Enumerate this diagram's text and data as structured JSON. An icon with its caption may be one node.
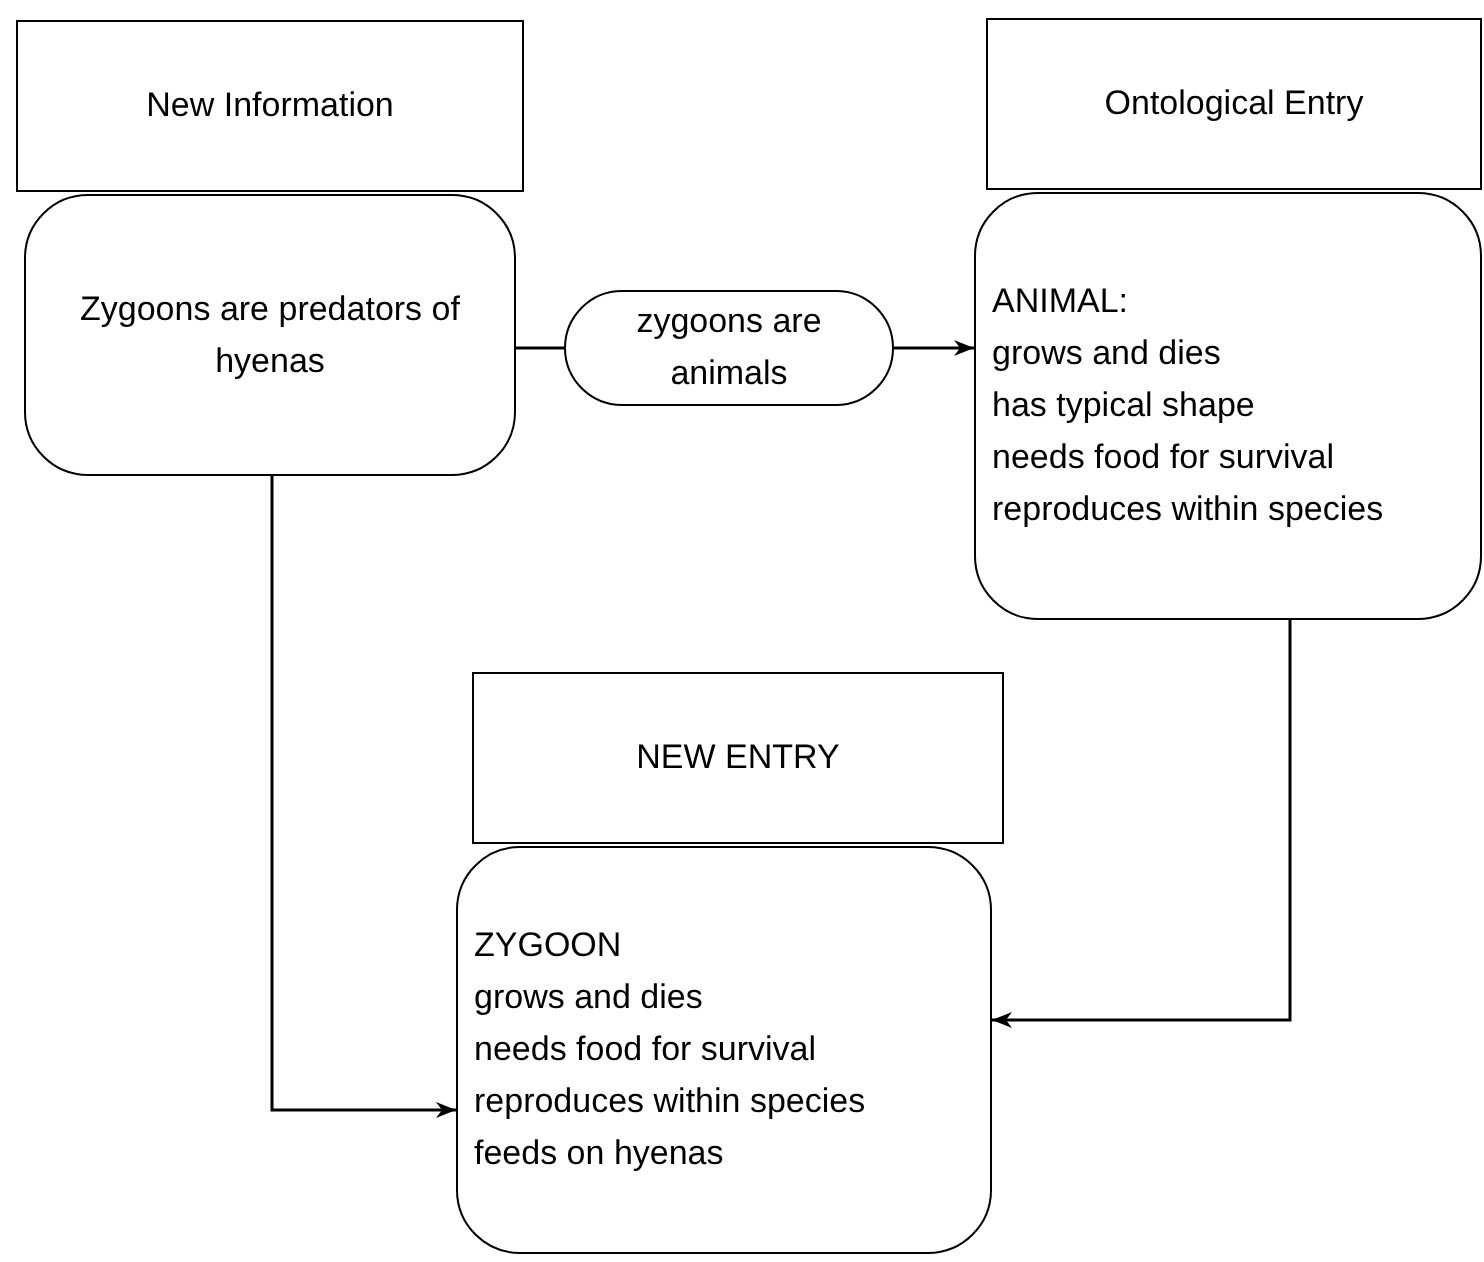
{
  "diagram": {
    "nodes": [
      {
        "text": [
          "New Information"
        ]
      },
      {
        "text": [
          "Zygoons are predators of hyenas"
        ]
      },
      {
        "text": [
          "zygoons are animals"
        ]
      },
      {
        "text": [
          "Ontological Entry"
        ]
      },
      {
        "text": [
          "ANIMAL:",
          "grows and dies",
          "has typical shape",
          "needs food for survival",
          "reproduces within species"
        ]
      },
      {
        "text": [
          "NEW ENTRY"
        ]
      },
      {
        "text": [
          "ZYGOON",
          "grows and dies",
          "needs food for survival",
          "reproduces within species",
          "feeds on hyenas"
        ]
      }
    ],
    "edges": [
      {
        "from": 1,
        "to": 2,
        "arrow": "none"
      },
      {
        "from": 2,
        "to": 4,
        "arrow": "to"
      },
      {
        "from": 1,
        "to": 6,
        "arrow": "to"
      },
      {
        "from": 4,
        "to": 6,
        "arrow": "to"
      }
    ]
  }
}
